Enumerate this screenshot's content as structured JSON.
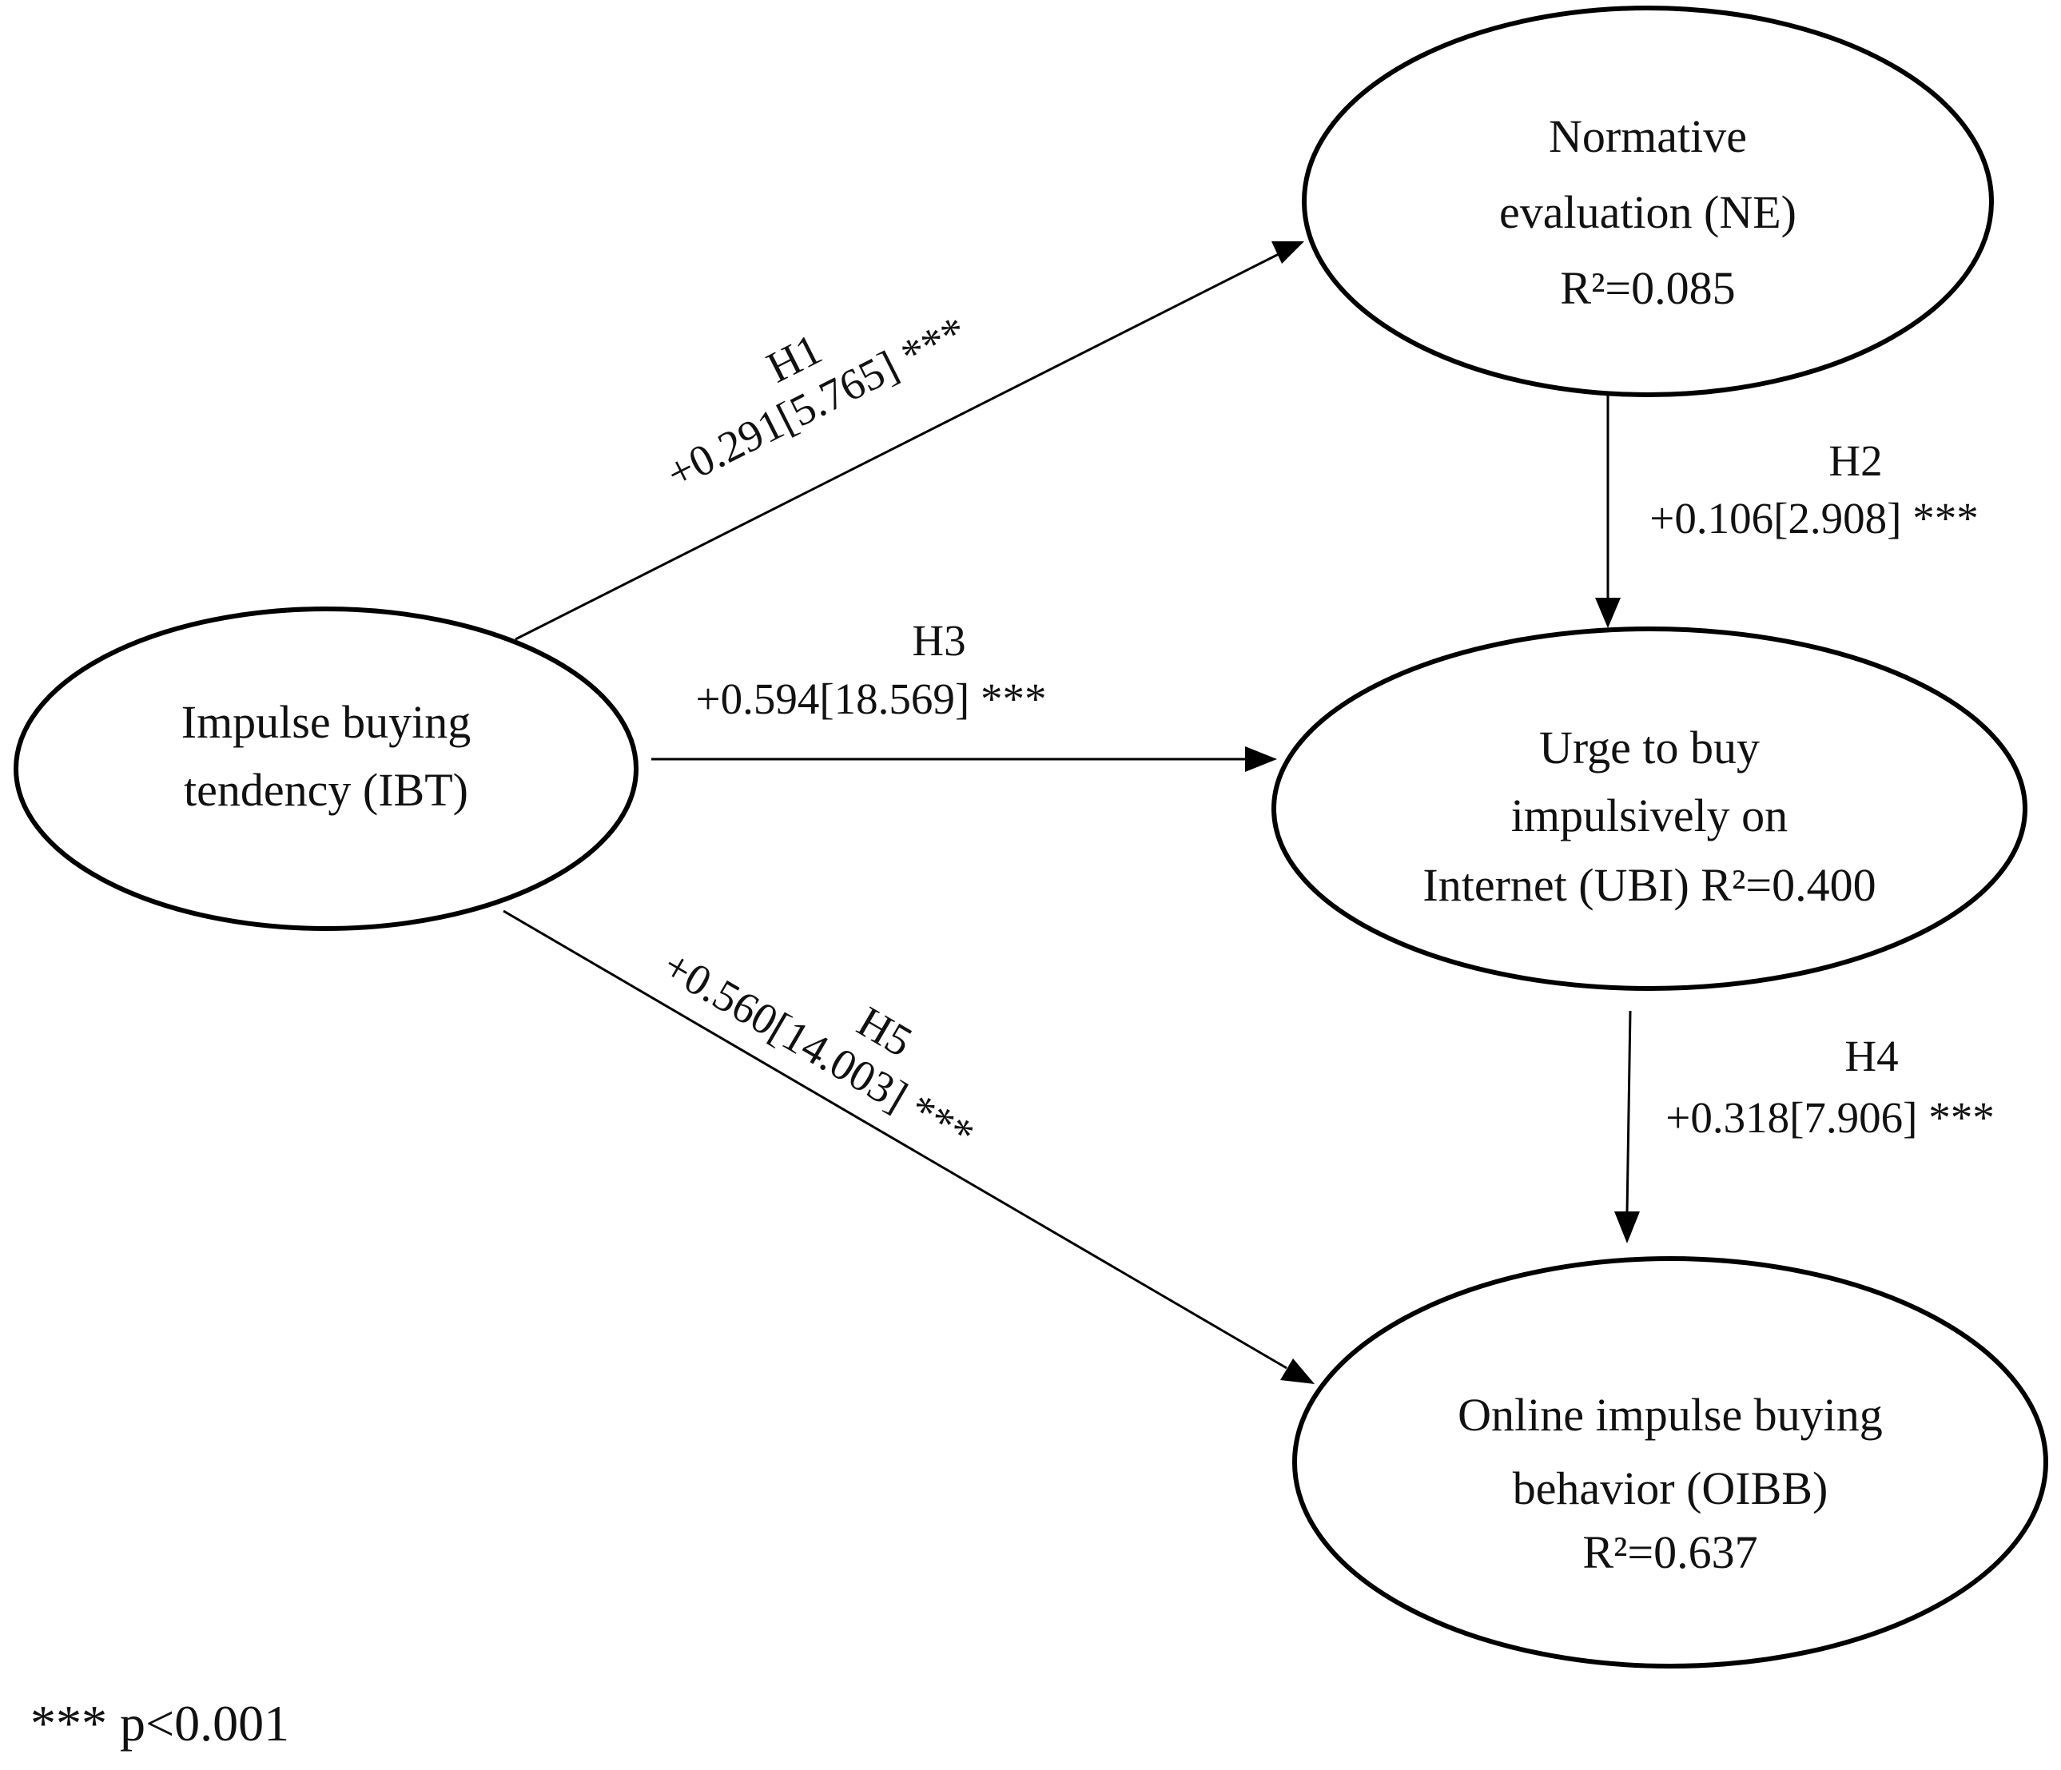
{
  "nodes": {
    "ne": {
      "lines": [
        "Normative",
        "evaluation (NE)",
        "R²=0.085"
      ]
    },
    "ibt": {
      "lines": [
        "Impulse buying",
        "tendency (IBT)"
      ]
    },
    "ubi": {
      "lines": [
        "Urge to buy",
        "impulsively on",
        "Internet (UBI) R²=0.400"
      ]
    },
    "oibb": {
      "lines": [
        "Online impulse buying",
        "behavior (OIBB)",
        "R²=0.637"
      ]
    }
  },
  "edges": {
    "h1": {
      "label": "H1",
      "value": "+0.291[5.765] ***",
      "from": "ibt",
      "to": "ne"
    },
    "h2": {
      "label": "H2",
      "value": "+0.106[2.908] ***",
      "from": "ne",
      "to": "ubi"
    },
    "h3": {
      "label": "H3",
      "value": "+0.594[18.569] ***",
      "from": "ibt",
      "to": "ubi"
    },
    "h4": {
      "label": "H4",
      "value": "+0.318[7.906] ***",
      "from": "ubi",
      "to": "oibb"
    },
    "h5": {
      "label": "H5",
      "value": "+0.560[14.003] ***",
      "from": "ibt",
      "to": "oibb"
    }
  },
  "footnote": "*** p<0.001",
  "colors": {
    "stroke": "#000000",
    "text": "#111111",
    "background": "#ffffff"
  }
}
